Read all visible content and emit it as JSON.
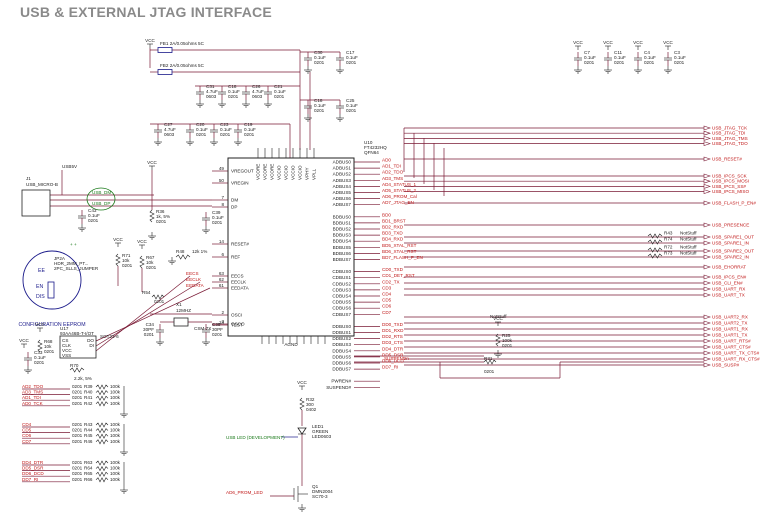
{
  "title": "USB & EXTERNAL JTAG INTERFACE",
  "power": {
    "vcc": "VCC",
    "gnd": "GND"
  },
  "ferrites": [
    {
      "ref": "FB1",
      "desc": "2A/0.05ohms 5C"
    },
    {
      "ref": "FB2",
      "desc": "2A/0.05ohms 5C"
    }
  ],
  "caps_top": [
    {
      "ref": "C30",
      "val": "0.1uF",
      "pkg": "0201"
    },
    {
      "ref": "C17",
      "val": "0.1uF",
      "pkg": "0201"
    },
    {
      "ref": "C31",
      "val": "4.7uF",
      "pkg": "0603"
    },
    {
      "ref": "C18",
      "val": "0.1uF",
      "pkg": "0201"
    },
    {
      "ref": "C26",
      "val": "4.7uF",
      "pkg": "0603"
    },
    {
      "ref": "C21",
      "val": "0.1uF",
      "pkg": "0201"
    },
    {
      "ref": "C18",
      "val": "0.1uF",
      "pkg": "0201"
    },
    {
      "ref": "C25",
      "val": "0.1uF",
      "pkg": "0201"
    },
    {
      "ref": "C27",
      "val": "4.7uF",
      "pkg": "0603"
    },
    {
      "ref": "C20",
      "val": "0.1uF",
      "pkg": "0201"
    },
    {
      "ref": "C23",
      "val": "0.1uF",
      "pkg": "0201"
    },
    {
      "ref": "C19",
      "val": "0.1uF",
      "pkg": "0201"
    }
  ],
  "decoupling_right": [
    {
      "ref": "C7",
      "val": "0.1uF",
      "pkg": "0201"
    },
    {
      "ref": "C11",
      "val": "0.1uF",
      "pkg": "0201"
    },
    {
      "ref": "C4",
      "val": "0.1uF",
      "pkg": "0201"
    },
    {
      "ref": "C3",
      "val": "0.1uF",
      "pkg": "0201"
    }
  ],
  "ic": {
    "ref": "U10",
    "part": "FT4232HQ",
    "pkg": "QFN64",
    "left_pins": [
      {
        "name": "VREGOUT",
        "num": "49"
      },
      {
        "name": "VREGIN",
        "num": "50"
      },
      {
        "name": "DM",
        "num": "7"
      },
      {
        "name": "DP",
        "num": "8"
      },
      {
        "name": "RESET#",
        "num": "14"
      },
      {
        "name": "REF",
        "num": "6"
      },
      {
        "name": "EECS",
        "num": "63"
      },
      {
        "name": "EECLK",
        "num": "62"
      },
      {
        "name": "EEDATA",
        "num": "61"
      },
      {
        "name": "OSCI",
        "num": "2"
      },
      {
        "name": "OSCO",
        "num": "3"
      },
      {
        "name": "TEST",
        "num": "13"
      }
    ],
    "right_pins": [
      "ADBUS0",
      "ADBUS1",
      "ADBUS2",
      "ADBUS3",
      "ADBUS4",
      "ADBUS5",
      "ADBUS6",
      "ADBUS7",
      "BDBUS0",
      "BDBUS1",
      "BDBUS2",
      "BDBUS3",
      "BDBUS4",
      "BDBUS5",
      "BDBUS6",
      "BDBUS7",
      "CDBUS0",
      "CDBUS1",
      "CDBUS2",
      "CDBUS3",
      "CDBUS4",
      "CDBUS5",
      "CDBUS6",
      "CDBUS7",
      "DDBUS0",
      "DDBUS1",
      "DDBUS2",
      "DDBUS3",
      "DDBUS4",
      "DDBUS5",
      "DDBUS6",
      "DDBUS7",
      "PWREN#",
      "SUSPEND#"
    ],
    "top_pins": [
      "VCORE",
      "VCORE",
      "VCORE",
      "VCCIO",
      "VCCIO",
      "VCCIO",
      "VCCIO",
      "VPHY",
      "VPLL"
    ],
    "bottom_label": "AGND"
  },
  "internal_nets": [
    "AD0",
    "AD1_TDI",
    "AD2_TDO",
    "AD3_TMS",
    "AD4_STATUS_1",
    "AD5_STATUS_2",
    "AD6_PROM_Cal",
    "AD7_JTAG_EN",
    "BD0",
    "BD1_BRST",
    "BD2_RXD",
    "BD3_TXD",
    "BD4_RXD",
    "BD5_XTAL_RST",
    "BD6_XTAL_RST",
    "BD7_FLASH_P_EN",
    "CD0_TXD",
    "CD1_DET_RST",
    "CD2_TX",
    "CD3",
    "CD4",
    "CD5",
    "CD6",
    "CD7",
    "DD0_TXD",
    "DD1_RXD",
    "DD2_RTS",
    "DD3_CTS",
    "DD4_DTR",
    "DD5_DSR",
    "DD6_DCD",
    "DD7_RI"
  ],
  "outputs": [
    "USB_JTAG_TCK",
    "USB_JTAG_TDI",
    "USB_JTAG_TMS",
    "USB_JTAG_TDO",
    "USB_RESET#",
    "USB_IPCS_SCK",
    "USB_IPCS_MOSI",
    "USB_IPCS_SS#",
    "USB_IPCS_MISO",
    "USB_FLASH_P_EN#",
    "USB_PRESENCE",
    "USB_SPARE1_OUT",
    "USB_SPARE1_IN",
    "USB_SPARE2_OUT",
    "USB_SPARE2_IN",
    "USB_EHORRAT",
    "USB_IPCS_EN#",
    "USB_CLI_EN#",
    "USB_UART_RX",
    "USB_UART_TX",
    "USB_UART2_RX",
    "USB_UART2_TX",
    "USB_UART1_RX",
    "USB_UART1_TX",
    "USB_UART_RTS#",
    "USB_UART_CTS#",
    "USB_UART_TX_CTS#",
    "USB_UART_RX_CTS#",
    "USB_SUSP#"
  ],
  "usb_connector": {
    "ref": "J1",
    "part": "USB_MICRO-B",
    "net": "USB5V",
    "cap": "C43",
    "cap_val": "0.1uF",
    "cap_pkg": "0201",
    "dm": "USB_DM",
    "dp": "USB_DP"
  },
  "eeprom_section": {
    "label": "CONFIGURATION EEPROM",
    "jumper": "JP2A",
    "jumper_desc": "HDR_2MM_PT...",
    "jumper_alt": "2PC_SLLS_JUMPER",
    "en": "EN",
    "dis": "DIS",
    "ee": "EE",
    "chip": {
      "ref": "U17",
      "part": "93AA46B-T-I/OT",
      "pkg": "SOT23-6"
    }
  },
  "resistors": [
    {
      "ref": "R36",
      "val": "1k, 5%",
      "pkg": "0201"
    },
    {
      "ref": "R71",
      "val": "10k",
      "pkg": "0201"
    },
    {
      "ref": "R67",
      "val": "10k",
      "pkg": "0201"
    },
    {
      "ref": "R48",
      "val": "12k 1%",
      "pkg": "0201"
    },
    {
      "ref": "R54",
      "val": "0",
      "pkg": "0201"
    },
    {
      "ref": "R68",
      "val": "10k",
      "pkg": "0201"
    },
    {
      "ref": "R70",
      "val": "2.2k, 5%",
      "pkg": "0201"
    },
    {
      "ref": "R25",
      "val": "100k",
      "pkg": "0201"
    },
    {
      "ref": "R31",
      "val": "0",
      "pkg": "0201"
    },
    {
      "ref": "R32",
      "val": "300",
      "pkg": "0402"
    }
  ],
  "crystal": {
    "ref": "X1",
    "freq": "12MHZ",
    "part": "CSM-7X",
    "c1": "C34",
    "c2": "C35",
    "cval": "30PF"
  },
  "led": {
    "ref": "LED1",
    "color": "GREEN",
    "part": "LED0603",
    "label": "USB LED (DEVELOPMENT)",
    "fet": "Q1",
    "fet_part": "DMN2004",
    "fet_pkg": "SC70-3",
    "drive": "AD6_PROM_LED"
  },
  "pull_groups": [
    {
      "nets": [
        "AD2_TDO",
        "AD3_TMS",
        "AD1_TDI",
        "AD0_TCK"
      ],
      "refs": [
        "R39",
        "R40",
        "R41",
        "R42"
      ]
    },
    {
      "nets": [
        "CD4",
        "CD5",
        "CD6",
        "CD7"
      ],
      "refs": [
        "R43",
        "R44",
        "R45",
        "R46"
      ]
    },
    {
      "nets": [
        "DD4_DTR",
        "DD5_DSR",
        "DD6_DCD",
        "DD7_RI"
      ],
      "refs": [
        "R63",
        "R64",
        "R65",
        "R66"
      ]
    }
  ],
  "pull_value": "100k",
  "pull_pkg": "0201",
  "suspend_label": "SUSPENDn",
  "notstuff": "NotStuff"
}
